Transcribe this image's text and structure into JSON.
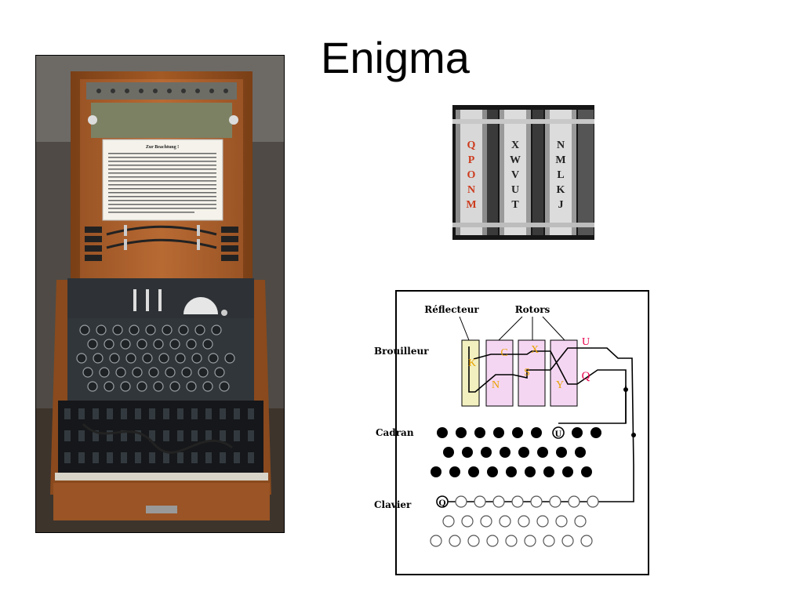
{
  "slide": {
    "title": "Enigma"
  },
  "photo": {
    "instruction_card_heading": "Zur Beachtung !"
  },
  "rotor_photo": {
    "rotor1_letters": [
      "Q",
      "P",
      "O",
      "N",
      "M"
    ],
    "rotor2_letters": [
      "X",
      "W",
      "V",
      "U",
      "T"
    ],
    "rotor3_letters": [
      "N",
      "M",
      "L",
      "K",
      "J"
    ]
  },
  "diagram": {
    "label_reflector": "Réflecteur",
    "label_rotors": "Rotors",
    "label_scrambler": "Brouilleur",
    "label_lampboard": "Cadran",
    "label_keyboard": "Clavier",
    "reflector_letter": "K",
    "rotor1_top": "C",
    "rotor1_bottom": "N",
    "rotor2_top": "X",
    "rotor2_bottom": "S",
    "rotor3_bottom": "Y",
    "out_top": "U",
    "out_right": "Q",
    "lamp_letter": "U",
    "key_letter": "Q",
    "colors": {
      "reflector_fill": "#f2f0bf",
      "rotor_fill": "#f5d6f2",
      "rotor_letter": "#e8a200",
      "output_letter": "#e8004a"
    }
  }
}
